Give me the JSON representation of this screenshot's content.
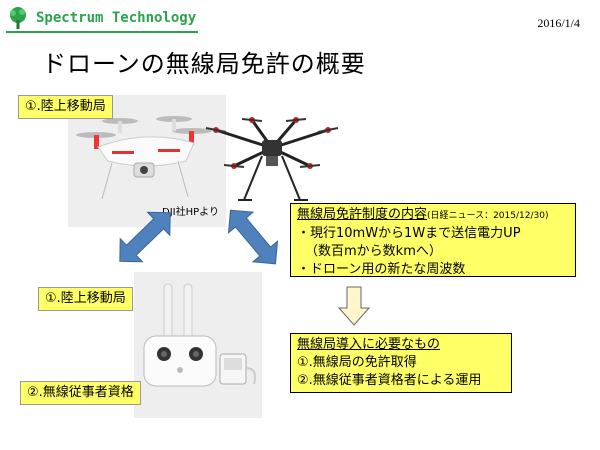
{
  "header": {
    "logo_text": "Spectrum Technology",
    "date": "2016/1/4"
  },
  "title": "ドローンの無線局免許の概要",
  "labels": {
    "top_left": "①.陸上移動局",
    "bottom_station": "①.陸上移動局",
    "bottom_license": "②.無線従事者資格"
  },
  "caption": "DJI社HPより",
  "box1": {
    "heading": "無線局免許制度の内容",
    "source": "(日経ニュース：2015/12/30)",
    "lines": [
      "・現行10mWから1Wまで送信電力UP",
      "（数百mから数kmへ）",
      "・ドローン用の新たな周波数"
    ]
  },
  "box2": {
    "heading": "無線局導入に必要なもの",
    "lines": [
      "①.無線局の免許取得",
      "②.無線従事者資格者による運用"
    ]
  },
  "colors": {
    "label_bg": "#ffff66",
    "arrow_blue": "#4f81bd",
    "logo_green": "#2aa34a"
  },
  "icons": [
    "tree-logo-icon",
    "quadcopter-drone-image",
    "hexacopter-drone-image",
    "remote-controller-image",
    "down-arrow-icon"
  ]
}
